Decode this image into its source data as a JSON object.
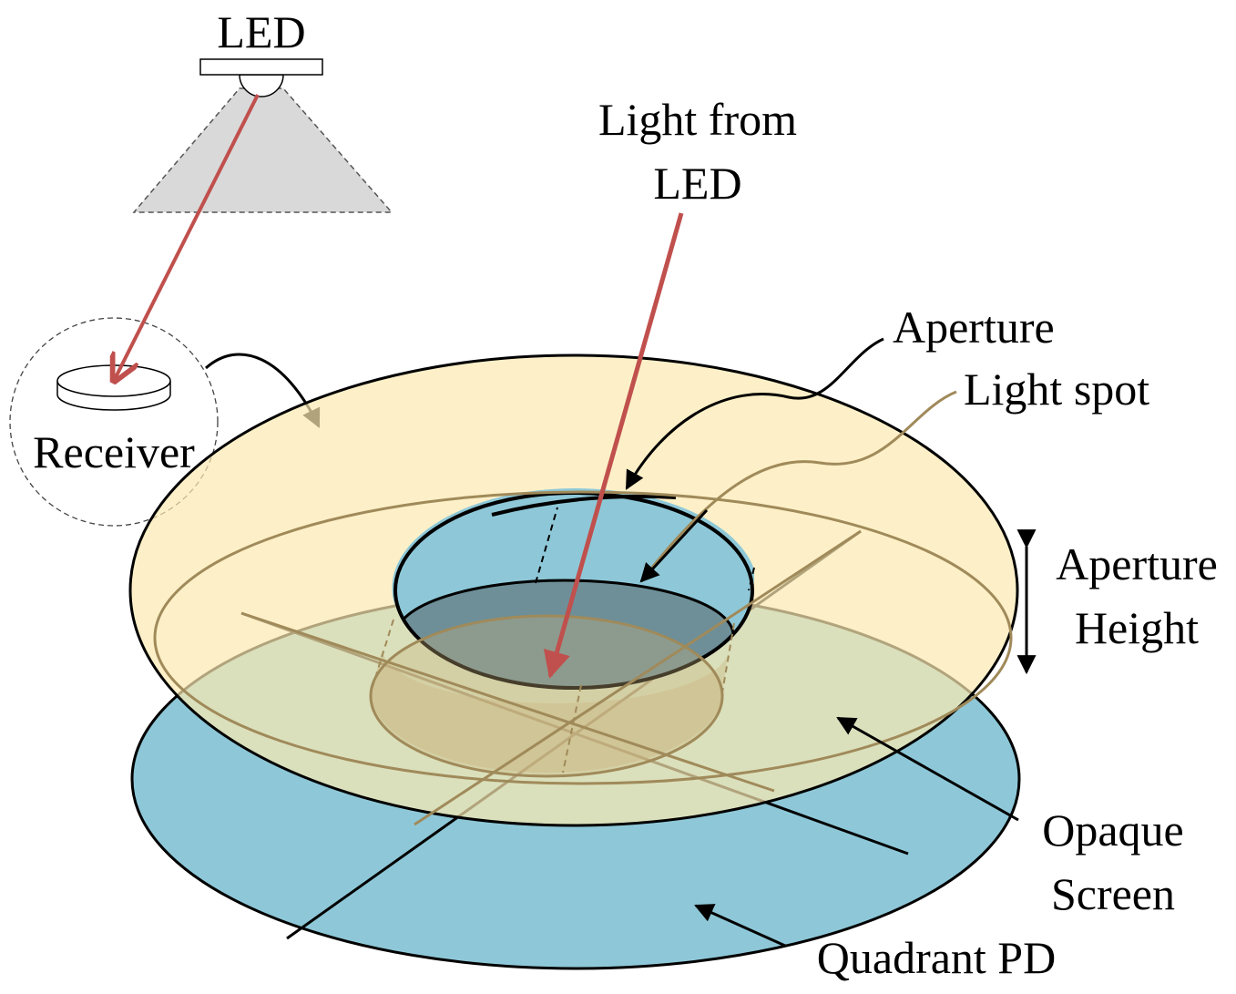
{
  "labels": {
    "led": "LED",
    "receiver": "Receiver",
    "light_from_led_line1": "Light from",
    "light_from_led_line2": "LED",
    "aperture": "Aperture",
    "light_spot": "Light spot",
    "aperture_height_line1": "Aperture",
    "aperture_height_line2": "Height",
    "opaque_screen_line1": "Opaque",
    "opaque_screen_line2": "Screen",
    "quadrant_pd": "Quadrant PD"
  },
  "colors": {
    "light_ray": "#c0504d",
    "led_beam": "#d9d9d9",
    "opaque_screen": "#fdefc2",
    "quadrant_pd": "#8ec8d8",
    "aperture_hole": "#6e8f98",
    "light_spot": "#a08a5a",
    "outline": "#000000"
  }
}
